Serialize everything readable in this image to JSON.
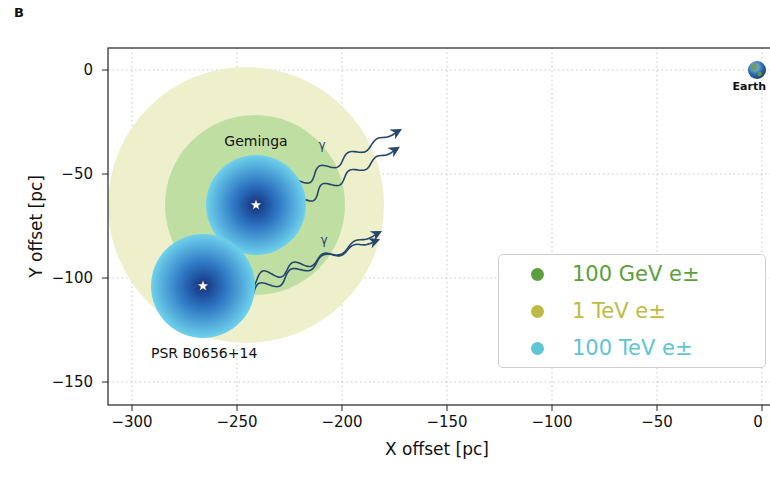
{
  "diagram": {
    "nodes": [
      {
        "text": [
          "Geminga"
        ]
      },
      {
        "text": [
          "PSR B0656+14"
        ]
      }
    ],
    "labels": [
      "B",
      "0",
      "−50",
      "−100",
      "−150",
      "−300",
      "−250",
      "−200",
      "−150",
      "−100",
      "−50",
      "0",
      "X offset [pc]",
      "Y offset [pc]",
      "Earth",
      "γ",
      "γ"
    ],
    "legend": [
      {
        "text": "100 GeV e±",
        "color": "#5a9f3c"
      },
      {
        "text": "1 TeV e±",
        "color": "#bdbb45"
      },
      {
        "text": "100 TeV e±",
        "color": "#5ec4d6"
      }
    ]
  }
}
